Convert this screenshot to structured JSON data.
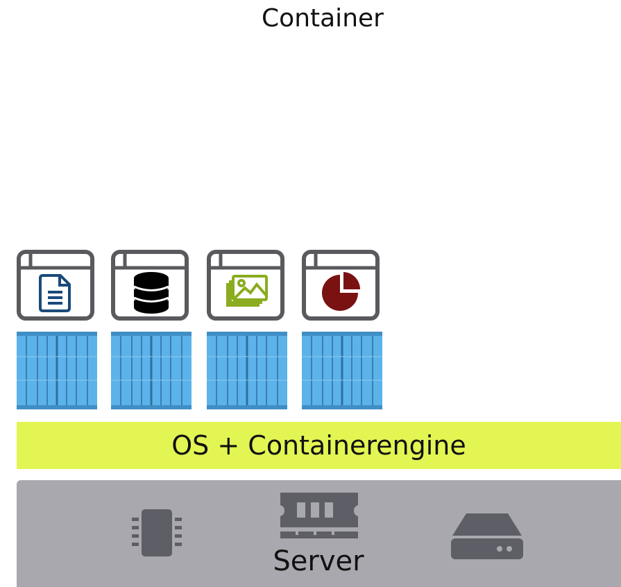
{
  "title": "Container",
  "apps": [
    {
      "icon": "document-icon",
      "color": "#1a4a7a"
    },
    {
      "icon": "database-icon",
      "color": "#000000"
    },
    {
      "icon": "image-gallery-icon",
      "color": "#8aac1e"
    },
    {
      "icon": "pie-chart-icon",
      "color": "#7a1212"
    }
  ],
  "containers_count_shown": "4",
  "os_layer": {
    "label": "OS + Containerengine",
    "color": "#e3f553"
  },
  "server_layer": {
    "label": "Server",
    "color": "#a8a8ae",
    "icons": [
      "cpu-chip-icon",
      "ram-module-icon",
      "hard-drive-icon"
    ]
  },
  "colors": {
    "window_frame": "#5a5a5e",
    "container_blue": "#5bb3ea",
    "hardware_icon": "#5e5e66"
  }
}
